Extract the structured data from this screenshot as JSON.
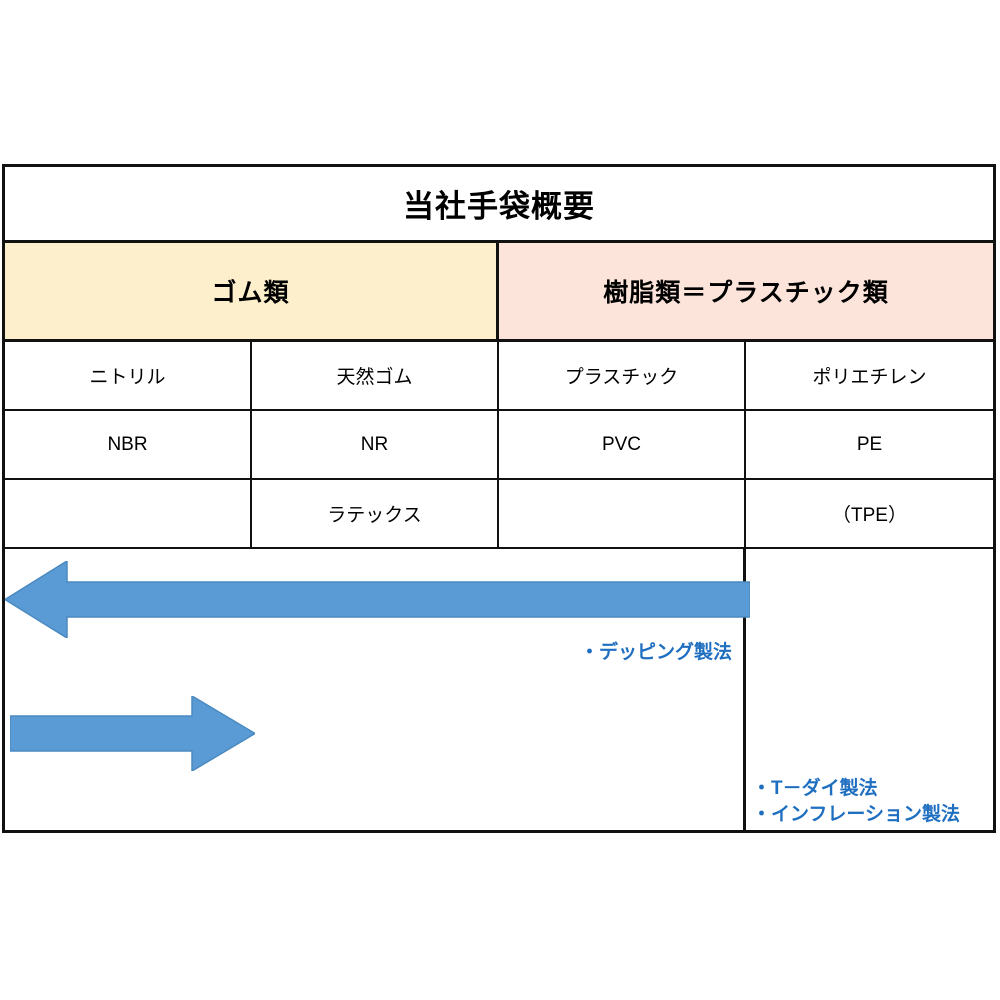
{
  "diagram": {
    "title": "当社手袋概要",
    "categories": [
      {
        "label": "ゴム類",
        "color": "#fdefcc"
      },
      {
        "label": "樹脂類＝プラスチック類",
        "color": "#fce4da"
      }
    ],
    "columns": [
      {
        "material_jp": "ニトリル",
        "abbrev": "NBR",
        "extra": ""
      },
      {
        "material_jp": "天然ゴム",
        "abbrev": "NR",
        "extra": "ラテックス"
      },
      {
        "material_jp": "プラスチック",
        "abbrev": "PVC",
        "extra": ""
      },
      {
        "material_jp": "ポリエチレン",
        "abbrev": "PE",
        "extra": "（TPE）"
      }
    ],
    "process_notes": {
      "left": "・デッピング製法",
      "right_line1": "・T－ダイ製法",
      "right_line2": "・インフレーション製法"
    },
    "colors": {
      "arrow": "#5b9bd5",
      "arrow_stroke": "#4a89c0",
      "note_text": "#1f6fc0",
      "border": "#111111"
    }
  }
}
